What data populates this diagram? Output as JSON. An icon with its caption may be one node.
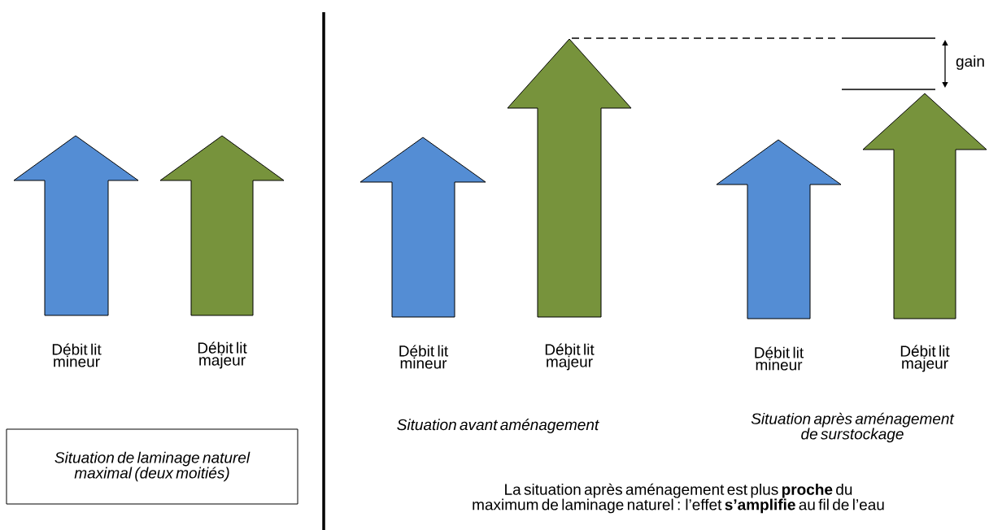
{
  "diagram": {
    "nodes": [
      {
        "text": [],
        "shape": "arrow",
        "beside": [
          "Débit lit mineur"
        ]
      },
      {
        "text": [],
        "shape": "arrow",
        "beside": [
          "Débit lit majeur"
        ]
      },
      {
        "text": [
          "Situation de laminage naturel maximal (deux moitiés)"
        ]
      },
      {
        "text": [],
        "shape": "arrow",
        "beside": [
          "Débit lit mineur"
        ]
      },
      {
        "text": [],
        "shape": "arrow",
        "beside": [
          "Débit lit majeur"
        ]
      },
      {
        "text": [],
        "shape": "arrow",
        "beside": [
          "Débit lit mineur"
        ]
      },
      {
        "text": [],
        "shape": "arrow",
        "beside": [
          "Débit lit majeur"
        ]
      }
    ],
    "labels": [
      "gain",
      "Situation avant aménagement",
      "Situation après aménagement de surstockage",
      "La situation après aménagement est plus **proche** du maximum de laminage naturel : l’effet **s’amplifie** au fil de l’eau"
    ]
  }
}
